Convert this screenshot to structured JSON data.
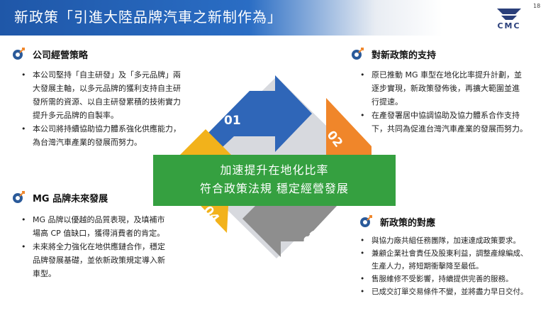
{
  "header": {
    "title": "新政策「引進大陸品牌汽車之新制作為」",
    "page_number": "18",
    "logo_text": "CMC"
  },
  "colors": {
    "header_blue": "#1f57a8",
    "arrow_blue": "#2f66b8",
    "arrow_orange": "#f0862a",
    "arrow_gray": "#8e8e8e",
    "arrow_yellow": "#f2b21b",
    "green_box": "#35a040"
  },
  "sections": {
    "company_strategy": {
      "icon": "gear-target-icon",
      "title": "公司經營策略",
      "bullets": [
        [
          "本公司堅持「自主研發」及「多元品牌」兩",
          "大發展主軸，以多元品牌的獲利支持自主研",
          "發所需的資源、以自主研發累積的技術實力",
          "提升多元品牌的自製率。"
        ],
        [
          "本公司將持續協助協力體系強化供應能力，",
          "為台灣汽車產業的發展而努力。"
        ]
      ]
    },
    "policy_support": {
      "icon": "gear-target-icon",
      "title": "對新政策的支持",
      "bullets": [
        [
          "原已推動 MG 車型在地化比率提升計劃，並",
          "逐步實現，新政策發佈後，再擴大範圍並進",
          "行提速。"
        ],
        [
          "在產發署居中協調協助及協力體系合作支持",
          "下，共同為促進台灣汽車產業的發展而努力。"
        ]
      ]
    },
    "mg_future": {
      "icon": "gear-target-icon",
      "title": "MG 品牌未來發展",
      "bullets": [
        [
          "MG  品牌以優越的品質表現，及填補市",
          "場高 CP 值缺口，獲得消費者的肯定。"
        ],
        [
          "未來將全力強化在地供應鏈合作，穩定",
          "品牌發展基礎，並依新政策規定導入新",
          "車型。"
        ]
      ]
    },
    "policy_response": {
      "icon": "gear-target-icon",
      "title": "新政策的對應",
      "bullets": [
        [
          "與協力廠共組任務團隊，加速達成政策要求。"
        ],
        [
          "兼顧企業社會責任及股東利益，調整產線編成、",
          "生產人力，將短期衝擊降至最低。"
        ],
        [
          "售服維修不受影響，持續提供完善的服務。"
        ],
        [
          "已成交訂單交易條件不變，並將盡力早日交付。"
        ]
      ]
    }
  },
  "center": {
    "line1": "加速提升在地化比率",
    "line2": "符合政策法規  穩定經營發展",
    "numbers": [
      "01",
      "02",
      "03",
      "04"
    ]
  }
}
